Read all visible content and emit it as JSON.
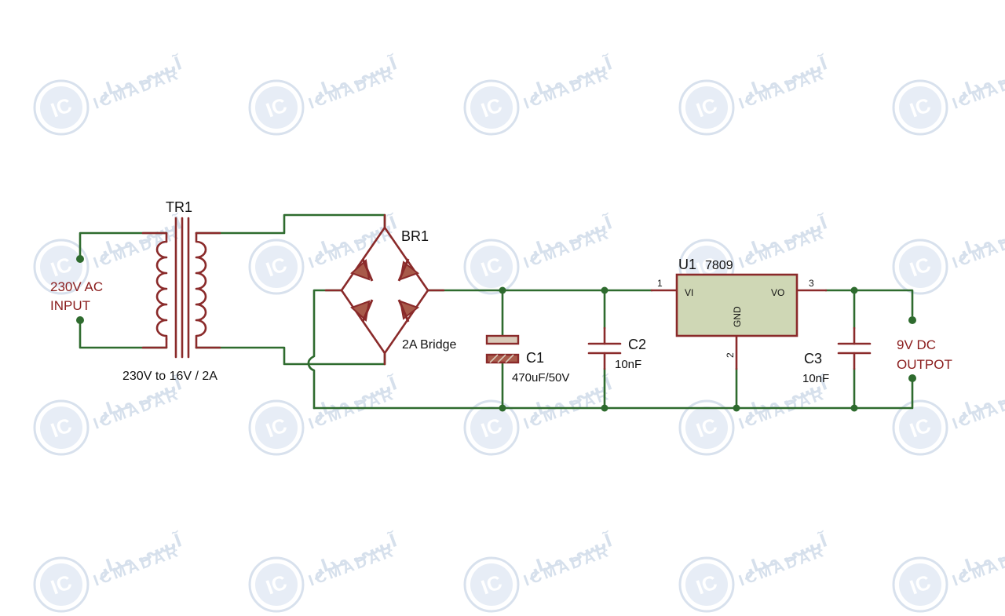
{
  "diagram": {
    "transformer": {
      "ref": "TR1",
      "spec": "230V to 16V / 2A"
    },
    "input": {
      "line1": "230V AC",
      "line2": "INPUT"
    },
    "bridge": {
      "ref": "BR1",
      "spec": "2A Bridge"
    },
    "c1": {
      "ref": "C1",
      "value": "470uF/50V"
    },
    "c2": {
      "ref": "C2",
      "value": "10nF"
    },
    "c3": {
      "ref": "C3",
      "value": "10nF"
    },
    "regulator": {
      "ref": "U1",
      "part": "7809",
      "pin_vi": "VI",
      "pin_vo": "VO",
      "pin_gnd": "GND",
      "pin1": "1",
      "pin2": "2",
      "pin3": "3"
    },
    "output": {
      "line1": "9V DC",
      "line2": "OUTPOT"
    }
  },
  "watermark": {
    "latin": "ICMADAR",
    "persian": "آیسی مدار",
    "logo": "IC"
  },
  "colors": {
    "wire": "#2e6b2e",
    "component": "#8a2a2a",
    "regulator_fill": "#cfd7b5",
    "label_red": "#8a1c1c",
    "watermark": "#c9d6e6"
  }
}
